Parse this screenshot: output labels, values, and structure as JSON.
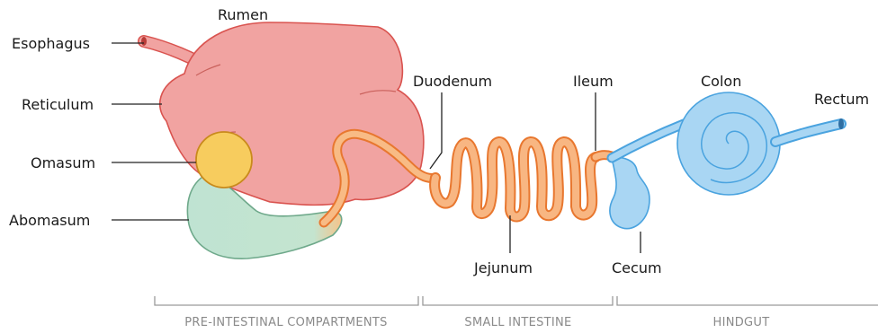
{
  "labels": {
    "rumen": "Rumen",
    "esophagus": "Esophagus",
    "reticulum": "Reticulum",
    "omasum": "Omasum",
    "abomasum": "Abomasum",
    "duodenum": "Duodenum",
    "jejunum": "Jejunum",
    "ileum": "Ileum",
    "colon": "Colon",
    "cecum": "Cecum",
    "rectum": "Rectum"
  },
  "sections": {
    "pre_intestinal": "PRE-INTESTINAL COMPARTMENTS",
    "small_intestine": "SMALL INTESTINE",
    "hindgut": "HINDGUT"
  },
  "colors": {
    "rumen_fill": "#f1a3a1",
    "rumen_stroke": "#d9534f",
    "omasum_fill": "#f7cc5e",
    "omasum_stroke": "#c98a1c",
    "abomasum_fill": "#bfe3d2",
    "abomasum_stroke": "#6fa98b",
    "intestine": "#f6a66a",
    "intestine_stroke": "#e8772f",
    "hindgut_fill": "#a9d6f3",
    "hindgut_stroke": "#4aa3df"
  }
}
